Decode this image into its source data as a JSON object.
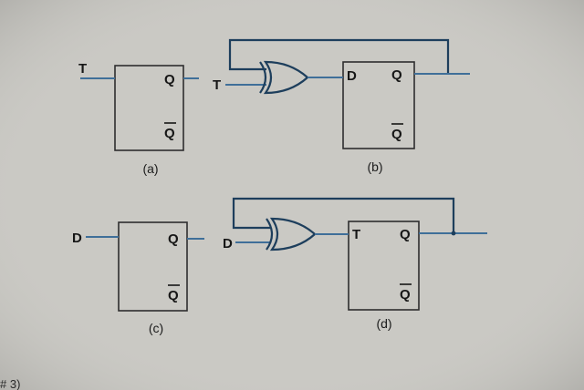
{
  "diagram": {
    "a": {
      "input_label": "T",
      "output_q": "Q",
      "output_qbar": "Q",
      "caption": "(a)"
    },
    "b": {
      "ff_input_label": "D",
      "output_q": "Q",
      "output_qbar": "Q",
      "gate_input_label": "T",
      "caption": "(b)"
    },
    "c": {
      "input_label": "D",
      "output_q": "Q",
      "output_qbar": "Q",
      "caption": "(c)"
    },
    "d": {
      "ff_input_label": "T",
      "output_q": "Q",
      "output_qbar": "Q",
      "gate_input_label": "D",
      "caption": "(d)"
    }
  },
  "corner_text": "# 3)"
}
